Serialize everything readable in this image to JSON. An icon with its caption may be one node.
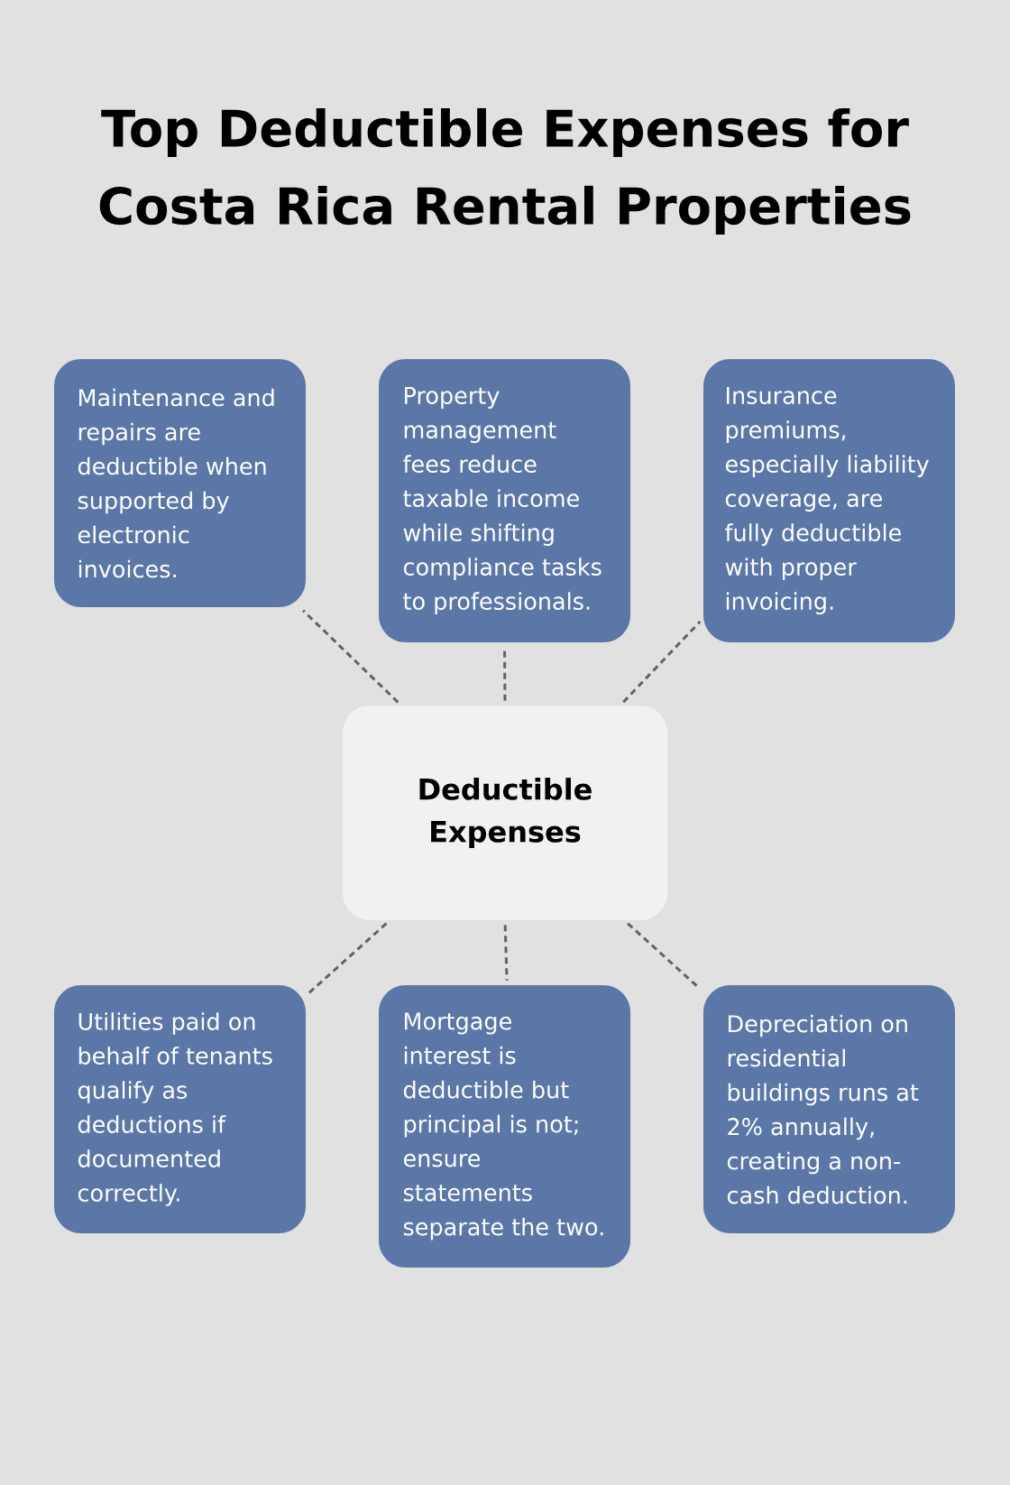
{
  "diagram": {
    "title": "Top Deductible Expenses for Costa Rica Rental Properties",
    "nodes": [
      {
        "text": [
          "Maintenance and repairs are deductible when supported by electronic invoices."
        ]
      },
      {
        "text": [
          "Property management fees reduce taxable income while shifting compliance tasks to professionals."
        ]
      },
      {
        "text": [
          "Insurance premiums, especially liability coverage, are fully deductible with proper invoicing."
        ]
      },
      {
        "text": [
          "Deductible Expenses"
        ]
      },
      {
        "text": [
          "Utilities paid on behalf of tenants qualify as deductions if documented correctly."
        ]
      },
      {
        "text": [
          "Mortgage interest is deductible but principal is not; ensure statements separate the two."
        ]
      },
      {
        "text": [
          "Depreciation on residential buildings runs at 2% annually, creating a non-cash deduction."
        ]
      }
    ],
    "edges": [
      {
        "from": 3,
        "to": 0,
        "arrow": "none",
        "style": "dashed"
      },
      {
        "from": 3,
        "to": 1,
        "arrow": "none",
        "style": "dashed"
      },
      {
        "from": 3,
        "to": 2,
        "arrow": "none",
        "style": "dashed"
      },
      {
        "from": 3,
        "to": 4,
        "arrow": "none",
        "style": "dashed"
      },
      {
        "from": 3,
        "to": 5,
        "arrow": "none",
        "style": "dashed"
      },
      {
        "from": 3,
        "to": 6,
        "arrow": "none",
        "style": "dashed"
      }
    ]
  }
}
